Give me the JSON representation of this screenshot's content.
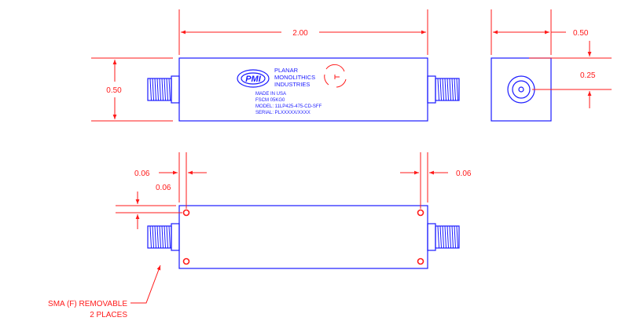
{
  "dimensions": {
    "length": "2.00",
    "height": "0.50",
    "end_width": "0.50",
    "center_offset": "0.25",
    "hole_left_x": "0.06",
    "hole_left_y": "0.06",
    "hole_right_x": "0.06"
  },
  "label": {
    "company_lines": [
      "PLANAR",
      "MONOLITHICS",
      "INDUSTRIES"
    ],
    "logo_text": "PMI",
    "info_lines": [
      "MADE IN USA",
      "FSCM 05KG0",
      "MODEL: 11LP425-475-CD-SFF",
      "SERIAL: PLXXXXX/XXXX"
    ]
  },
  "note": {
    "connector_lines": [
      "SMA (F) REMOVABLE",
      "2 PLACES"
    ]
  },
  "colors": {
    "outline": "#1a1aff",
    "dimension": "#ff1a1a"
  }
}
